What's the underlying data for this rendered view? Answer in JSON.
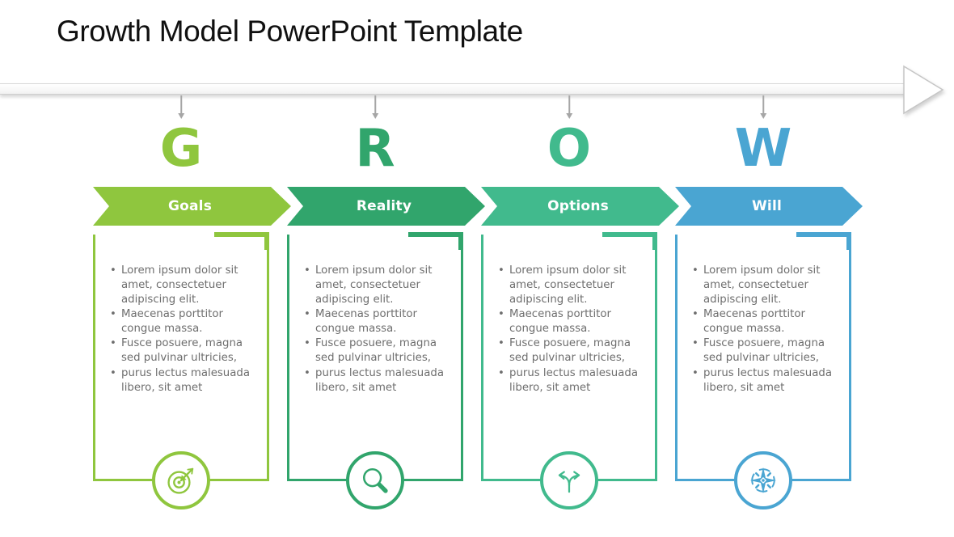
{
  "title": "Growth Model PowerPoint Template",
  "timeline": {
    "line_color": "#d4d4d4",
    "connector_arrow_color": "#a6a6a6"
  },
  "columns": [
    {
      "letter": "G",
      "label": "Goals",
      "color": "#8fc63e",
      "icon": "target-icon",
      "bullets": [
        "Lorem ipsum dolor sit amet, consectetuer adipiscing elit.",
        "Maecenas porttitor congue massa.",
        "Fusce posuere, magna sed pulvinar ultricies,",
        "purus lectus malesuada libero, sit amet"
      ]
    },
    {
      "letter": "R",
      "label": "Reality",
      "color": "#31a56c",
      "icon": "search-icon",
      "bullets": [
        "Lorem ipsum dolor sit amet, consectetuer adipiscing elit.",
        "Maecenas porttitor congue massa.",
        "Fusce posuere, magna sed pulvinar ultricies,",
        "purus lectus malesuada libero, sit amet"
      ]
    },
    {
      "letter": "O",
      "label": "Options",
      "color": "#41ba8d",
      "icon": "fork-arrows-icon",
      "bullets": [
        "Lorem ipsum dolor sit amet, consectetuer adipiscing elit.",
        "Maecenas porttitor congue massa.",
        "Fusce posuere, magna sed pulvinar ultricies,",
        "purus lectus malesuada libero, sit amet"
      ]
    },
    {
      "letter": "W",
      "label": "Will",
      "color": "#4aa5d2",
      "icon": "compass-icon",
      "bullets": [
        "Lorem ipsum dolor sit amet, consectetuer adipiscing elit.",
        "Maecenas porttitor congue massa.",
        "Fusce posuere, magna sed pulvinar ultricies,",
        "purus lectus malesuada libero, sit amet"
      ]
    }
  ]
}
